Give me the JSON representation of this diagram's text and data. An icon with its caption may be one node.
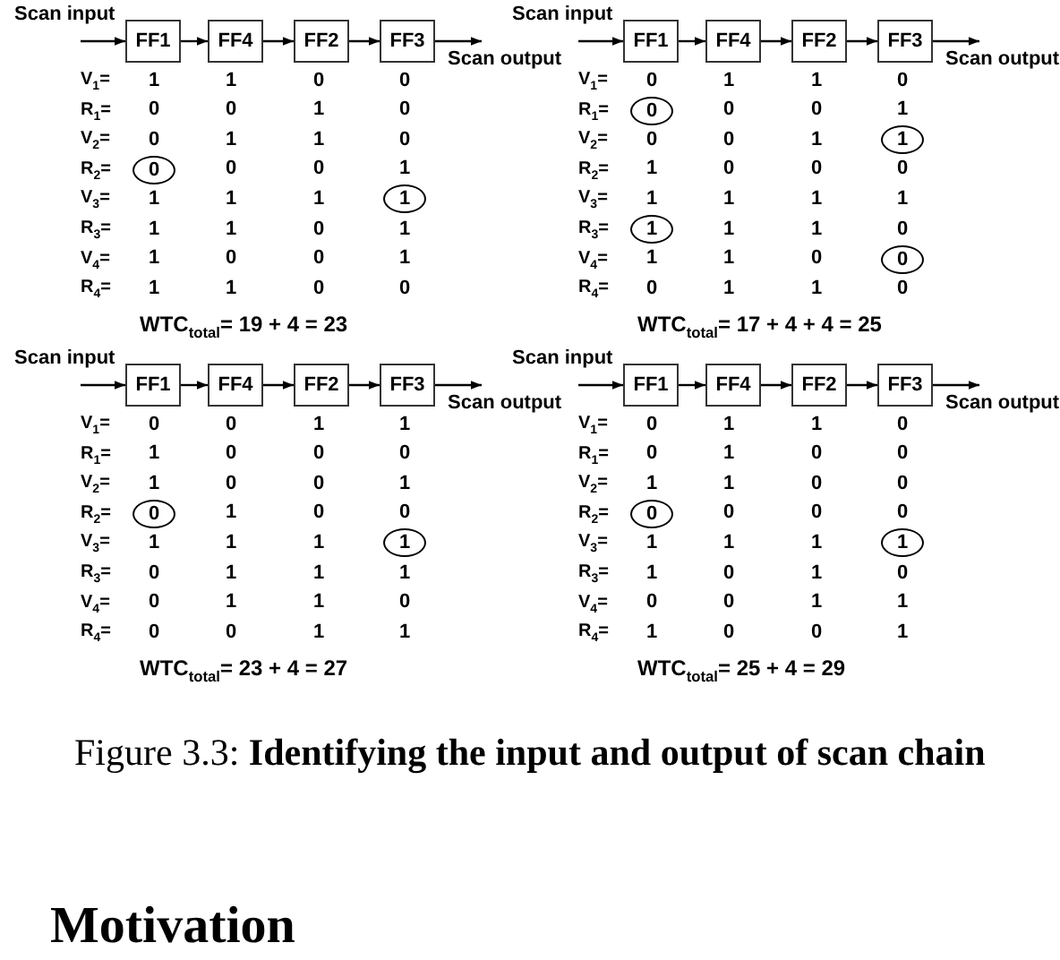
{
  "diagram": {
    "caption": "Figure 3.3: **Identifying the input and output of scan chain**",
    "nodes": [
      {
        "text": [
          "FF1"
        ]
      },
      {
        "text": [
          "FF4"
        ]
      },
      {
        "text": [
          "FF2"
        ]
      },
      {
        "text": [
          "FF3"
        ]
      },
      {
        "text": [
          "0"
        ]
      },
      {
        "text": [
          "1"
        ]
      },
      {
        "text": [
          "FF1"
        ]
      },
      {
        "text": [
          "FF4"
        ]
      },
      {
        "text": [
          "FF2"
        ]
      },
      {
        "text": [
          "FF3"
        ]
      },
      {
        "text": [
          "0"
        ]
      },
      {
        "text": [
          "1"
        ]
      },
      {
        "text": [
          "1"
        ]
      },
      {
        "text": [
          "0"
        ]
      },
      {
        "text": [
          "FF1"
        ]
      },
      {
        "text": [
          "FF4"
        ]
      },
      {
        "text": [
          "FF2"
        ]
      },
      {
        "text": [
          "FF3"
        ]
      },
      {
        "text": [
          "0"
        ]
      },
      {
        "text": [
          "1"
        ]
      },
      {
        "text": [
          "FF1"
        ]
      },
      {
        "text": [
          "FF4"
        ]
      },
      {
        "text": [
          "FF2"
        ]
      },
      {
        "text": [
          "FF3"
        ]
      },
      {
        "text": [
          "0"
        ]
      },
      {
        "text": [
          "1"
        ]
      }
    ],
    "edges": [
      {
        "from": null,
        "to": 0,
        "arrow": "to",
        "label": "Scan input"
      },
      {
        "from": 0,
        "to": 1,
        "arrow": "to"
      },
      {
        "from": 1,
        "to": 2,
        "arrow": "to"
      },
      {
        "from": 2,
        "to": 3,
        "arrow": "to"
      },
      {
        "from": 3,
        "to": null,
        "arrow": "to",
        "label": "Scan output"
      },
      {
        "from": null,
        "to": 6,
        "arrow": "to",
        "label": "Scan input"
      },
      {
        "from": 6,
        "to": 7,
        "arrow": "to"
      },
      {
        "from": 7,
        "to": 8,
        "arrow": "to"
      },
      {
        "from": 8,
        "to": 9,
        "arrow": "to"
      },
      {
        "from": 9,
        "to": null,
        "arrow": "to",
        "label": "Scan output"
      },
      {
        "from": null,
        "to": 14,
        "arrow": "to",
        "label": "Scan input"
      },
      {
        "from": 14,
        "to": 15,
        "arrow": "to"
      },
      {
        "from": 15,
        "to": 16,
        "arrow": "to"
      },
      {
        "from": 16,
        "to": 17,
        "arrow": "to"
      },
      {
        "from": 17,
        "to": null,
        "arrow": "to",
        "label": "Scan output"
      },
      {
        "from": null,
        "to": 20,
        "arrow": "to",
        "label": "Scan input"
      },
      {
        "from": 20,
        "to": 21,
        "arrow": "to"
      },
      {
        "from": 21,
        "to": 22,
        "arrow": "to"
      },
      {
        "from": 22,
        "to": 23,
        "arrow": "to"
      },
      {
        "from": 23,
        "to": null,
        "arrow": "to",
        "label": "Scan output"
      }
    ],
    "labels": [
      "V$_{1}$=",
      "1",
      "1",
      "0",
      "0",
      "R$_{1}$=",
      "0",
      "0",
      "1",
      "0",
      "V$_{2}$=",
      "0",
      "1",
      "1",
      "0",
      "R$_{2}$=",
      "0",
      "0",
      "1",
      "V$_{3}$=",
      "1",
      "1",
      "1",
      "R$_{3}$=",
      "1",
      "1",
      "0",
      "1",
      "V$_{4}$=",
      "1",
      "0",
      "0",
      "1",
      "R$_{4}$=",
      "1",
      "1",
      "0",
      "0",
      "WTC$_{total}$= 19 + 4 = 23",
      "V$_{1}$=",
      "0",
      "1",
      "1",
      "0",
      "R$_{1}$=",
      "0",
      "0",
      "1",
      "V$_{2}$=",
      "0",
      "0",
      "1",
      "R$_{2}$=",
      "1",
      "0",
      "0",
      "0",
      "V$_{3}$=",
      "1",
      "1",
      "1",
      "1",
      "R$_{3}$=",
      "1",
      "1",
      "0",
      "V$_{4}$=",
      "1",
      "1",
      "0",
      "R$_{4}$=",
      "0",
      "1",
      "1",
      "0",
      "WTC$_{total}$= 17 + 4 + 4 = 25",
      "V$_{1}$=",
      "0",
      "0",
      "1",
      "1",
      "R$_{1}$=",
      "1",
      "0",
      "0",
      "0",
      "V$_{2}$=",
      "1",
      "0",
      "0",
      "1",
      "R$_{2}$=",
      "1",
      "0",
      "0",
      "V$_{3}$=",
      "1",
      "1",
      "1",
      "R$_{3}$=",
      "0",
      "1",
      "1",
      "1",
      "V$_{4}$=",
      "0",
      "1",
      "1",
      "0",
      "R$_{4}$=",
      "0",
      "0",
      "1",
      "1",
      "WTC$_{total}$= 23 + 4 = 27",
      "V$_{1}$=",
      "0",
      "1",
      "1",
      "0",
      "R$_{1}$=",
      "0",
      "1",
      "0",
      "0",
      "V$_{2}$=",
      "1",
      "1",
      "0",
      "0",
      "R$_{2}$=",
      "0",
      "0",
      "0",
      "V$_{3}$=",
      "1",
      "1",
      "1",
      "R$_{3}$=",
      "1",
      "0",
      "1",
      "0",
      "V$_{4}$=",
      "0",
      "0",
      "1",
      "1",
      "R$_{4}$=",
      "1",
      "0",
      "0",
      "1",
      "WTC$_{total}$= 25 + 4 = 29",
      "Motivation"
    ]
  }
}
